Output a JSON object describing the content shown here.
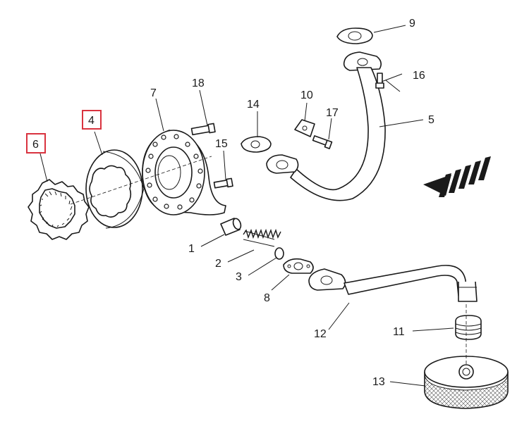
{
  "diagram": {
    "highlight_color": "#d9333f",
    "line_color": "#1a1a1a",
    "callouts": [
      {
        "id": "1",
        "label": "1",
        "highlighted": false
      },
      {
        "id": "2",
        "label": "2",
        "highlighted": false
      },
      {
        "id": "3",
        "label": "3",
        "highlighted": false
      },
      {
        "id": "4",
        "label": "4",
        "highlighted": true
      },
      {
        "id": "5",
        "label": "5",
        "highlighted": false
      },
      {
        "id": "6",
        "label": "6",
        "highlighted": true
      },
      {
        "id": "7",
        "label": "7",
        "highlighted": false
      },
      {
        "id": "8",
        "label": "8",
        "highlighted": false
      },
      {
        "id": "9",
        "label": "9",
        "highlighted": false
      },
      {
        "id": "10",
        "label": "10",
        "highlighted": false
      },
      {
        "id": "11",
        "label": "11",
        "highlighted": false
      },
      {
        "id": "12",
        "label": "12",
        "highlighted": false
      },
      {
        "id": "13",
        "label": "13",
        "highlighted": false
      },
      {
        "id": "14",
        "label": "14",
        "highlighted": false
      },
      {
        "id": "15",
        "label": "15",
        "highlighted": false
      },
      {
        "id": "16",
        "label": "16",
        "highlighted": false
      },
      {
        "id": "17",
        "label": "17",
        "highlighted": false
      },
      {
        "id": "18",
        "label": "18",
        "highlighted": false
      }
    ],
    "direction_icon": "arrow-left-striped-icon"
  }
}
